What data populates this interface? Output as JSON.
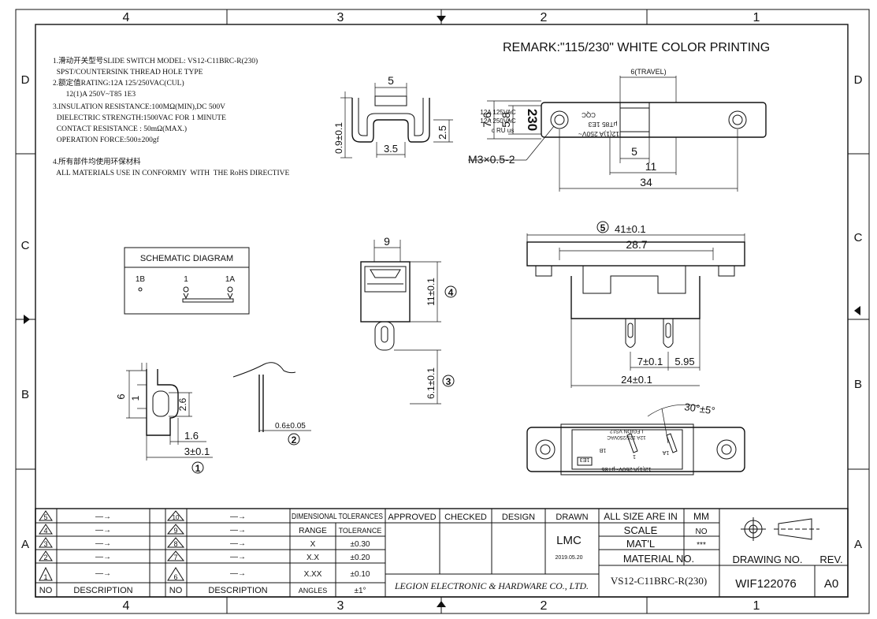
{
  "border": {
    "zones_top": [
      "4",
      "3",
      "2",
      "1"
    ],
    "zones_bottom": [
      "4",
      "3",
      "2",
      "1"
    ],
    "zones_left": [
      "D",
      "C",
      "B",
      "A"
    ],
    "zones_right": [
      "D",
      "C",
      "B",
      "A"
    ]
  },
  "remark": "REMARK:\"115/230\" WHITE COLOR PRINTING",
  "notes": [
    "1.滑动开关型号SLIDE SWITCH MODEL: VS12-C11BRC-R(230)",
    "  SPST/COUNTERSINK THREAD HOLE TYPE",
    "2.额定值RATING:12A 125/250VAC(CUL)",
    "       12(1)A 250V~T85 1E3",
    "3.INSULATION RESISTANCE:100MΩ(MIN),DC 500V",
    "  DIELECTRIC STRENGTH:1500VAC FOR 1 MINUTE",
    "  CONTACT RESISTANCE : 50mΩ(MAX.)",
    "  OPERATION FORCE:500±200gf",
    "4.所有部件均使用环保材料",
    "  ALL MATERIALS USE IN CONFORMIY  WITH  THE RoHS DIRECTIVE"
  ],
  "schematic": {
    "title": "SCHEMATIC DIAGRAM",
    "pins": [
      "1B",
      "1",
      "1A"
    ]
  },
  "dims": {
    "slot_width": "5",
    "slot_inner": "3.5",
    "slot_height": "2.5",
    "slot_thick": "0.9±0.1",
    "travel": "6(TRAVEL)",
    "top_h1": "7.6",
    "top_h2": "5.8",
    "thread": "M3×0.5-2",
    "top_w1": "5",
    "top_w2": "11",
    "top_w3": "34",
    "front_w1": "41±0.1",
    "front_w2": "28.7",
    "pitch1": "7±0.1",
    "pitch2": "5.95",
    "front_w3": "24±0.1",
    "side_w": "9",
    "side_h1": "11±0.1",
    "side_h2": "6.1±0.1",
    "term_h": "6",
    "term_w1": "1",
    "term_h2": "2.6",
    "term_w2": "1.6",
    "term_w3": "3±0.1",
    "thk": "0.6±0.05",
    "angle": "30°±5°",
    "circle_refs": [
      "1",
      "2",
      "3",
      "4",
      "5"
    ]
  },
  "marking_top": {
    "line1": "12(1)A 250V~",
    "line2": "μT85  1E3",
    "ccc": "CQC",
    "big": "230",
    "line3": "12A  125VAC",
    "line4": "12A  250VAC",
    "cus": "c RU us"
  },
  "marking_bottom": {
    "line1": "12(1)A 250V~μT85",
    "line2": "12A 125/250VAC",
    "line3": "LEGION  VS12",
    "pins": [
      "1B",
      "1",
      "1A"
    ],
    "tag": "1E3"
  },
  "revisions": {
    "left_nos": [
      "5",
      "4",
      "3",
      "2",
      "1"
    ],
    "right_nos": [
      "10",
      "9",
      "8",
      "7",
      "6"
    ],
    "arrow": "—→",
    "header_no": "NO",
    "header_desc": "DESCRIPTION"
  },
  "tolerances": {
    "title": "DIMENSIONAL TOLERANCES",
    "col1": "RANGE",
    "col2": "TOLERANCE",
    "rows": [
      [
        "X",
        "±0.30"
      ],
      [
        "X.X",
        "±0.20"
      ],
      [
        "X.XX",
        "±0.10"
      ],
      [
        "ANGLES",
        "±1°"
      ]
    ]
  },
  "signoff": {
    "approved": "APPROVED",
    "checked": "CHECKED",
    "design": "DESIGN",
    "drawn": "DRAWN",
    "drawn_by": "LMC",
    "date": "2019.05.20",
    "company": "LEGION ELECTRONIC & HARDWARE CO., LTD."
  },
  "titleblock": {
    "size_label": "ALL SIZE ARE IN",
    "size_val": "MM",
    "scale_label": "SCALE",
    "scale_val": "NO",
    "matl_label": "MAT'L",
    "matl_val": "***",
    "material_no_label": "MATERIAL  NO.",
    "material_no": "VS12-C11BRC-R(230)",
    "drawing_no_label": "DRAWING NO.",
    "drawing_no": "WIF122076",
    "rev_label": "REV.",
    "rev": "A0"
  }
}
